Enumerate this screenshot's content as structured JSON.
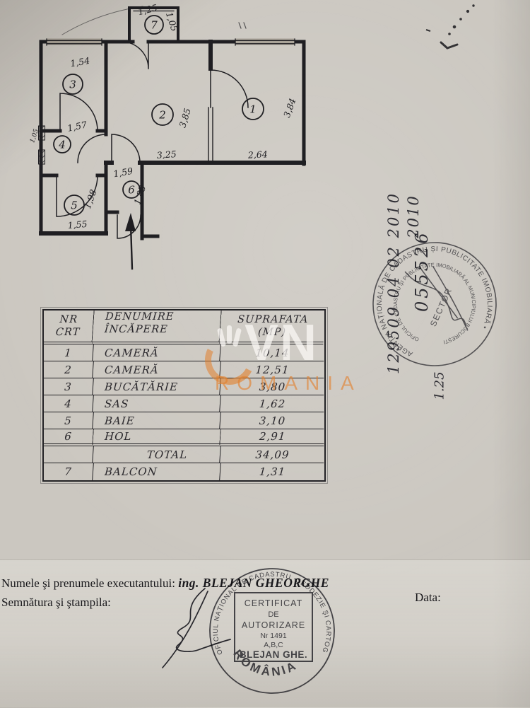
{
  "floor_plan": {
    "rooms": [
      "1",
      "2",
      "3",
      "4",
      "5",
      "6",
      "7"
    ],
    "dims": {
      "balcon_w": "1,25",
      "balcon_h": "1,05",
      "cam3_top": "1,54",
      "cam2_v": "3,85",
      "cam2_b": "3,25",
      "cam1_v": "3,84",
      "cam1_b": "2,64",
      "sas_top": "1,57",
      "sas_side": "1,05",
      "baie_v": "1,98",
      "baie_b": "1,55",
      "hol_top": "1,59",
      "hol_v": "1,83"
    }
  },
  "table": {
    "headers": [
      {
        "line1": "NR",
        "line2": "CRT"
      },
      {
        "line1": "DENUMIRE",
        "line2": "ÎNCĂPERE"
      },
      {
        "line1": "SUPRAFATA",
        "line2": "(MP)"
      }
    ],
    "rows": [
      {
        "nr": "1",
        "name": "CAMERĂ",
        "area": "10,14"
      },
      {
        "nr": "2",
        "name": "CAMERĂ",
        "area": "12,51"
      },
      {
        "nr": "3",
        "name": "BUCĂTĂRIE",
        "area": "3,80"
      },
      {
        "nr": "4",
        "name": "SAS",
        "area": "1,62"
      },
      {
        "nr": "5",
        "name": "BAIE",
        "area": "3,10"
      },
      {
        "nr": "6",
        "name": "HOL",
        "area": "2,91"
      },
      {
        "nr": "",
        "name": "TOTAL",
        "area": "34,09"
      },
      {
        "nr": "7",
        "name": "BALCON",
        "area": "1,31"
      }
    ]
  },
  "watermark": {
    "letters": "VN",
    "subtitle": "ROMANIA",
    "accent_color": "#e2802c"
  },
  "annotations": {
    "registration": "129509 04 02 2010",
    "year": "2010",
    "file_number": "055526",
    "scale_note": "1.25"
  },
  "side_stamp": {
    "outer_ring": "AGENȚIA NAȚIONALĂ DE CADASTRU ȘI PUBLICITATE IMOBILIARĂ •",
    "inner_ring": "OFICIUL DE CADASTRU ȘI PUBLICITATE IMOBILIARĂ AL MUNICIPIULUI BUCUREȘTI",
    "center": "SECTOR"
  },
  "round_stamp": {
    "ring_top": "OFICIUL NAȚIONAL DE CADASTRU, GEODEZIE ŞI CARTOGRAFIE",
    "ring_bottom": "ROMÂNIA",
    "box": [
      "CERTIFICAT",
      "DE",
      "AUTORIZARE",
      "Nr 1491",
      "A,B,C",
      "BLEJAN GHE."
    ]
  },
  "footer": {
    "executor_label": "Numele şi prenumele executantului:",
    "executor_value": "ing. BLEJAN GHEORGHE",
    "signature_label": "Semnătura şi ştampila:",
    "date_label": "Data:"
  }
}
